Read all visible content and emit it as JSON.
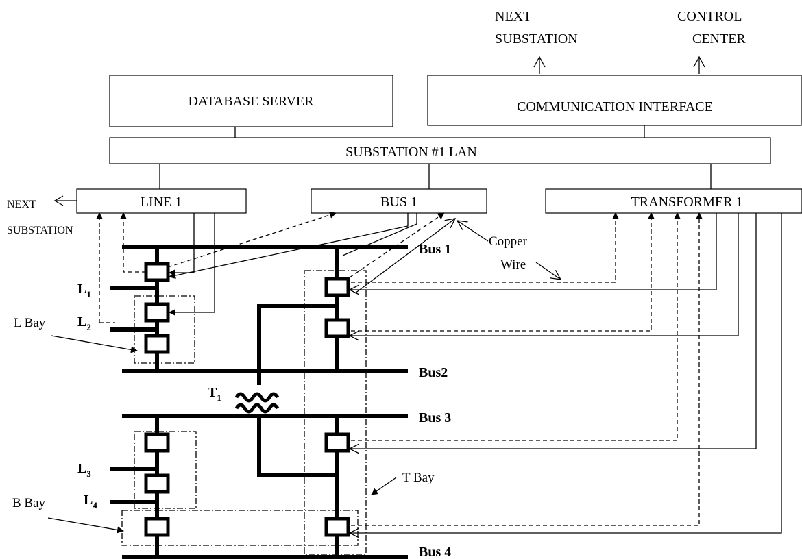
{
  "boxes": {
    "database_server": "DATABASE SERVER",
    "communication_interface": "COMMUNICATION INTERFACE",
    "substation_lan": "SUBSTATION #1 LAN",
    "line1": "LINE 1",
    "bus1": "BUS 1",
    "transformer1": "TRANSFORMER 1"
  },
  "top_labels": {
    "next_substation": [
      "NEXT",
      "SUBSTATION"
    ],
    "control_center": [
      "CONTROL",
      "CENTER"
    ]
  },
  "side_next_substation": [
    "NEXT",
    "SUBSTATION"
  ],
  "buses": [
    "Bus 1",
    "Bus2",
    "Bus 3",
    "Bus 4"
  ],
  "lines": {
    "l1": {
      "letter": "L",
      "sub": "1"
    },
    "l2": {
      "letter": "L",
      "sub": "2"
    },
    "l3": {
      "letter": "L",
      "sub": "3"
    },
    "l4": {
      "letter": "L",
      "sub": "4"
    }
  },
  "transformer": {
    "letter": "T",
    "sub": "1"
  },
  "bays": {
    "l_bay": "L Bay",
    "t_bay": "T Bay",
    "b_bay": "B Bay"
  },
  "copper_wire": [
    "Copper",
    "Wire"
  ]
}
